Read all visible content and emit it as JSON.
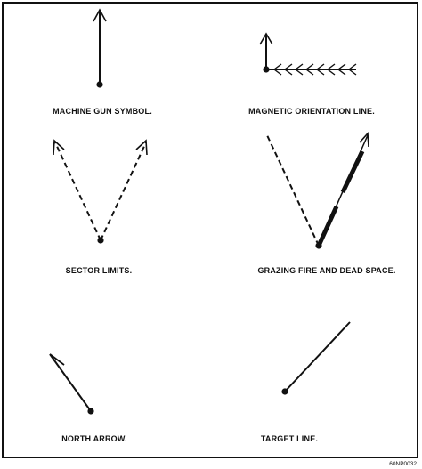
{
  "colors": {
    "ink": "#111111",
    "paper": "#ffffff"
  },
  "panels": {
    "machine_gun": {
      "caption": "MACHINE GUN SYMBOL."
    },
    "magnetic_orientation": {
      "caption": "MAGNETIC ORIENTATION LINE."
    },
    "sector_limits": {
      "caption": "SECTOR LIMITS."
    },
    "grazing_fire": {
      "caption": "GRAZING FIRE AND DEAD SPACE."
    },
    "north_arrow": {
      "caption": "NORTH ARROW."
    },
    "target_line": {
      "caption": "TARGET LINE."
    }
  },
  "reference_code": "60NP0032"
}
